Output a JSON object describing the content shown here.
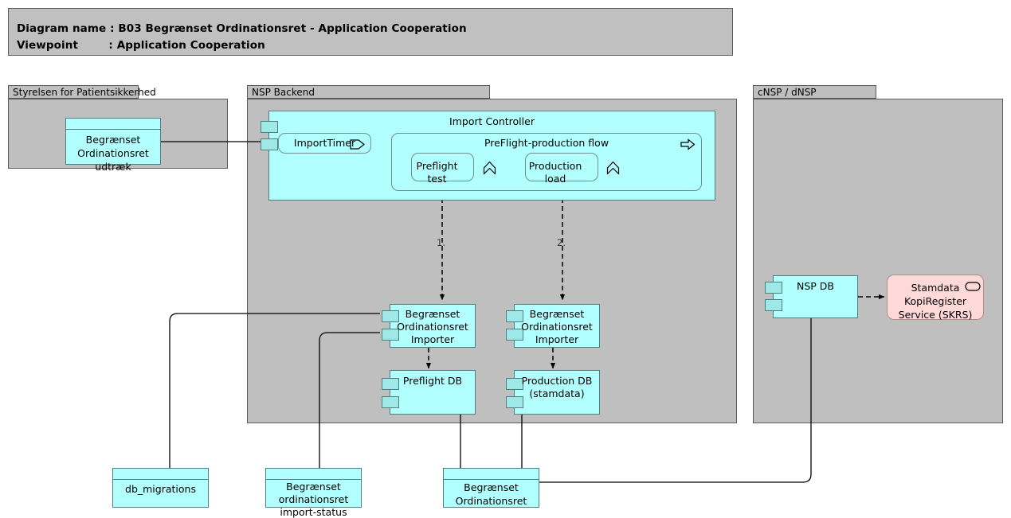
{
  "title_block": {
    "line1": "Diagram name : B03 Begrænset Ordinationsret - Application Cooperation",
    "line2": "Viewpoint        : Application Cooperation"
  },
  "groups": [
    {
      "name": "styrelsen",
      "label": "Styrelsen for Patientsikkerhed"
    },
    {
      "name": "nsp-backend",
      "label": "NSP Backend"
    },
    {
      "name": "cnsp-dnsp",
      "label": "cNSP / dNSP"
    }
  ],
  "nodes": {
    "udtraek": {
      "label": "Begrænset\nOrdinationsret\nudtræk",
      "type": "data-object"
    },
    "import_controller": {
      "label": "Import Controller",
      "type": "application-component"
    },
    "import_timer": {
      "label": "ImportTimer",
      "type": "application-event",
      "icon": "application-event-icon"
    },
    "preflight_flow": {
      "label": "PreFlight-production flow",
      "type": "application-process",
      "icon": "application-process-icon"
    },
    "preflight_test": {
      "label": "Preflight test",
      "type": "application-function",
      "icon": "application-function-icon"
    },
    "production_load": {
      "label": "Production load",
      "type": "application-function",
      "icon": "application-function-icon"
    },
    "importer_left": {
      "label": "Begrænset\nOrdinationsret\nImporter",
      "type": "application-component"
    },
    "importer_right": {
      "label": "Begrænset\nOrdinationsret\nImporter",
      "type": "application-component"
    },
    "preflight_db": {
      "label": "Preflight DB",
      "type": "application-component"
    },
    "production_db": {
      "label": "Production DB\n(stamdata)",
      "type": "application-component"
    },
    "nsp_db": {
      "label": "NSP DB",
      "type": "application-component"
    },
    "skrs": {
      "label": "Stamdata\nKopiRegister\nService (SKRS)",
      "type": "application-service",
      "icon": "application-service-icon"
    },
    "db_migrations": {
      "label": "db_migrations",
      "type": "data-object"
    },
    "import_status": {
      "label": "Begrænset\nordinationsret\nimport-status",
      "type": "data-object"
    },
    "bor_data": {
      "label": "Begrænset\nOrdinationsret",
      "type": "data-object"
    }
  },
  "edge_labels": {
    "preflight_seq": "1.",
    "production_seq": "2."
  },
  "colors": {
    "application": "#b2ffff",
    "application_border": "#4d7f7f",
    "service": "#ffd8d8",
    "service_border": "#b98a8a",
    "group": "#bfbfbf",
    "group_border": "#5a5a5a",
    "title_block": "#c0c0c0",
    "line": "#000000"
  }
}
